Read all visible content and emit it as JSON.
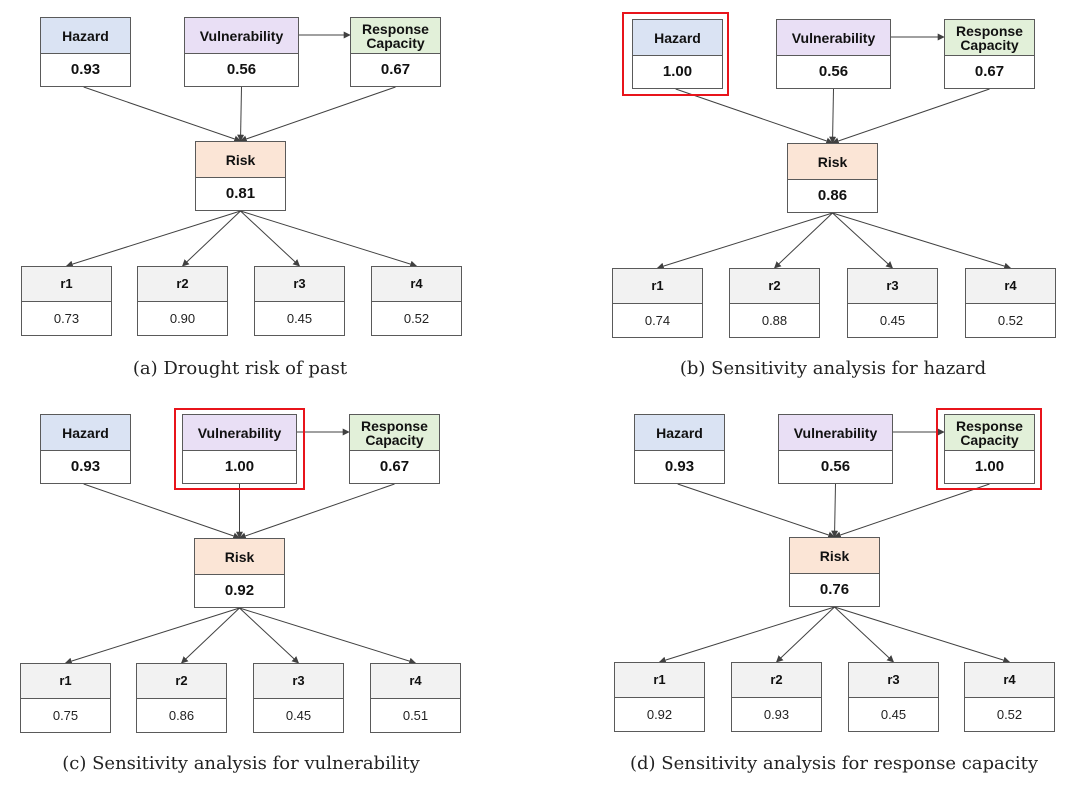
{
  "colors": {
    "hazard": "#dae3f3",
    "vulnerability": "#e9dff5",
    "response": "#e2f0d9",
    "risk": "#fbe5d6",
    "sub": "#f2f2f2",
    "highlight": "#e8141b",
    "line": "#404040"
  },
  "labels": {
    "hazard": "Hazard",
    "vulnerability": "Vulnerability",
    "response_line1": "Response",
    "response_line2": "Capacity",
    "risk": "Risk",
    "r1": "r1",
    "r2": "r2",
    "r3": "r3",
    "r4": "r4"
  },
  "panels": [
    {
      "caption": "(a) Drought risk of past",
      "highlight": "",
      "hazard": "0.93",
      "vulnerability": "0.56",
      "response": "0.67",
      "risk": "0.81",
      "r1": "0.73",
      "r2": "0.90",
      "r3": "0.45",
      "r4": "0.52"
    },
    {
      "caption": "(b) Sensitivity analysis for hazard",
      "highlight": "hazard",
      "hazard": "1.00",
      "vulnerability": "0.56",
      "response": "0.67",
      "risk": "0.86",
      "r1": "0.74",
      "r2": "0.88",
      "r3": "0.45",
      "r4": "0.52"
    },
    {
      "caption": "(c) Sensitivity analysis for vulnerability",
      "highlight": "vulnerability",
      "hazard": "0.93",
      "vulnerability": "1.00",
      "response": "0.67",
      "risk": "0.92",
      "r1": "0.75",
      "r2": "0.86",
      "r3": "0.45",
      "r4": "0.51"
    },
    {
      "caption": "(d) Sensitivity analysis for response capacity",
      "highlight": "response",
      "hazard": "0.93",
      "vulnerability": "0.56",
      "response": "1.00",
      "risk": "0.76",
      "r1": "0.92",
      "r2": "0.93",
      "r3": "0.45",
      "r4": "0.52"
    }
  ]
}
